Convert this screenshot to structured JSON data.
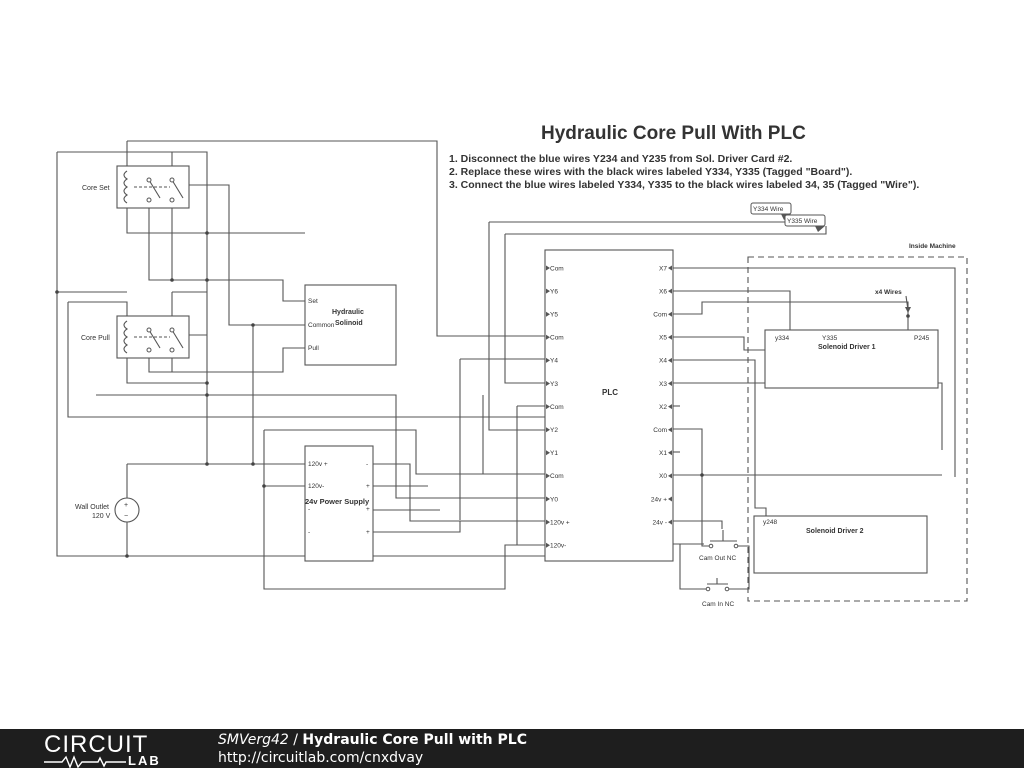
{
  "diagram": {
    "title": "Hydraulic Core Pull With PLC",
    "notes": [
      "1. Disconnect the blue wires Y234 and Y235 from Sol. Driver Card #2.",
      "2. Replace these wires with the black wires labeled Y334, Y335 (Tagged \"Board\").",
      "3. Connect the blue wires labeled Y334, Y335 to the black wires labeled 34, 35 (Tagged \"Wire\")."
    ],
    "relay_core_set": "Core Set",
    "relay_core_pull": "Core Pull",
    "solenoid": {
      "title_1": "Hydraulic",
      "title_2": "Solinoid",
      "pin_set": "Set",
      "pin_common": "Common",
      "pin_pull": "Pull"
    },
    "outlet": {
      "line1": "Wall Outlet",
      "line2": "120 V",
      "plus": "+",
      "minus": "−"
    },
    "power_supply": {
      "title": "24v Power Supply",
      "pin_120p": "120v +",
      "pin_120m": "120v-",
      "pin_minus_1": "-",
      "pin_plus_1": "+",
      "pin_minus_2": "-",
      "pin_plus_2": "+",
      "pin_minus_3": "-",
      "pin_plus_3": "+"
    },
    "plc": {
      "title": "PLC",
      "left_pins": [
        "Com",
        "Y6",
        "Y5",
        "Com",
        "Y4",
        "Y3",
        "Com",
        "Y2",
        "Y1",
        "Com",
        "Y0",
        "120v +",
        "120v-"
      ],
      "right_pins": [
        "X7",
        "X6",
        "Com",
        "X5",
        "X4",
        "X3",
        "X2",
        "Com",
        "X1",
        "X0",
        "24v +",
        "24v -"
      ]
    },
    "tags": {
      "y334_wire": "Y334 Wire",
      "y335_wire": "Y335 Wire",
      "x4_wires": "x4 Wires"
    },
    "inside_machine": "Inside Machine",
    "driver1": {
      "title": "Solenoid Driver 1",
      "pin_y334": "y334",
      "pin_y335": "Y335",
      "pin_p245": "P245"
    },
    "driver2": {
      "title": "Solenoid Driver 2",
      "pin_y248": "y248"
    },
    "switches": {
      "cam_out": "Cam Out NC",
      "cam_in": "Cam In NC"
    }
  },
  "footer": {
    "logo_top": "CIRCUIT",
    "logo_bottom": "LAB",
    "author": "SMVerg42",
    "separator": " / ",
    "circuit_name": "Hydraulic Core Pull with PLC",
    "url": "http://circuitlab.com/cnxdvay"
  }
}
